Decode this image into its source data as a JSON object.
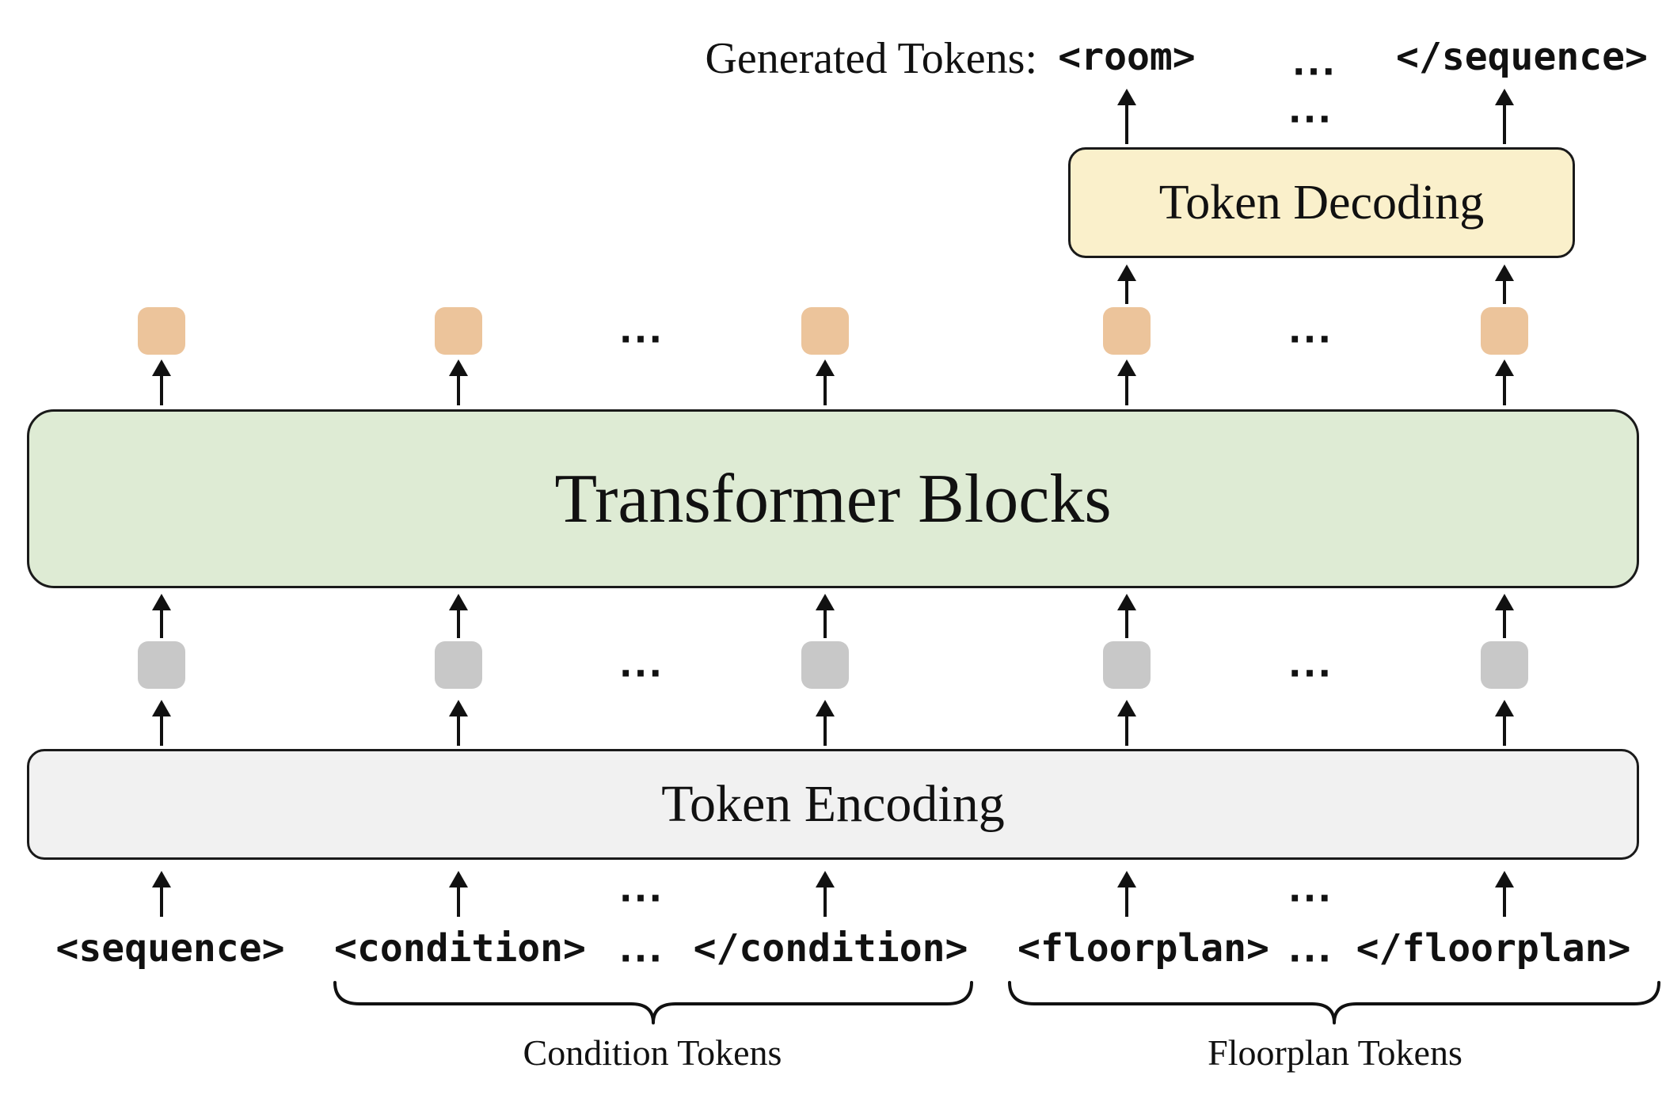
{
  "header": {
    "label": "Generated Tokens:",
    "room_token": "<room>",
    "sequence_end_token": "</sequence>"
  },
  "ellipsis": "...",
  "decoding": {
    "label": "Token Decoding"
  },
  "transformer": {
    "label": "Transformer Blocks"
  },
  "encoding": {
    "label": "Token Encoding"
  },
  "inputs": {
    "sequence_open": "<sequence>",
    "condition_open": "<condition>",
    "condition_close": "</condition>",
    "floorplan_open": "<floorplan>",
    "floorplan_close": "</floorplan>"
  },
  "groups": {
    "condition": "Condition Tokens",
    "floorplan": "Floorplan Tokens"
  },
  "colors": {
    "decoding_fill": "#FAF0CB",
    "transformer_fill": "#DEEBD4",
    "encoding_fill": "#F1F1F1",
    "hidden_square": "#ECC49B",
    "embedding_square": "#C8C8C8",
    "stroke": "#1A1A1A"
  }
}
